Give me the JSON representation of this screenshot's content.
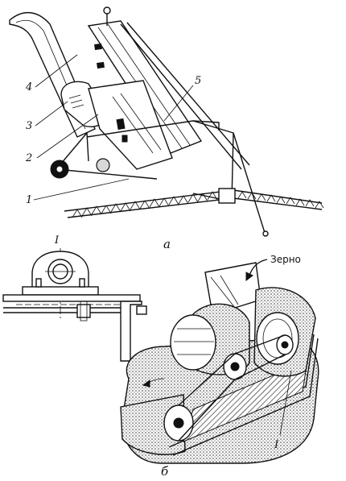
{
  "figure": {
    "part_a": {
      "caption": "а",
      "callouts": [
        "1",
        "2",
        "3",
        "4",
        "5"
      ]
    },
    "part_b": {
      "caption": "б",
      "detail_label": "I",
      "detail_marker": "I",
      "hopper_label": "Зерно"
    }
  }
}
